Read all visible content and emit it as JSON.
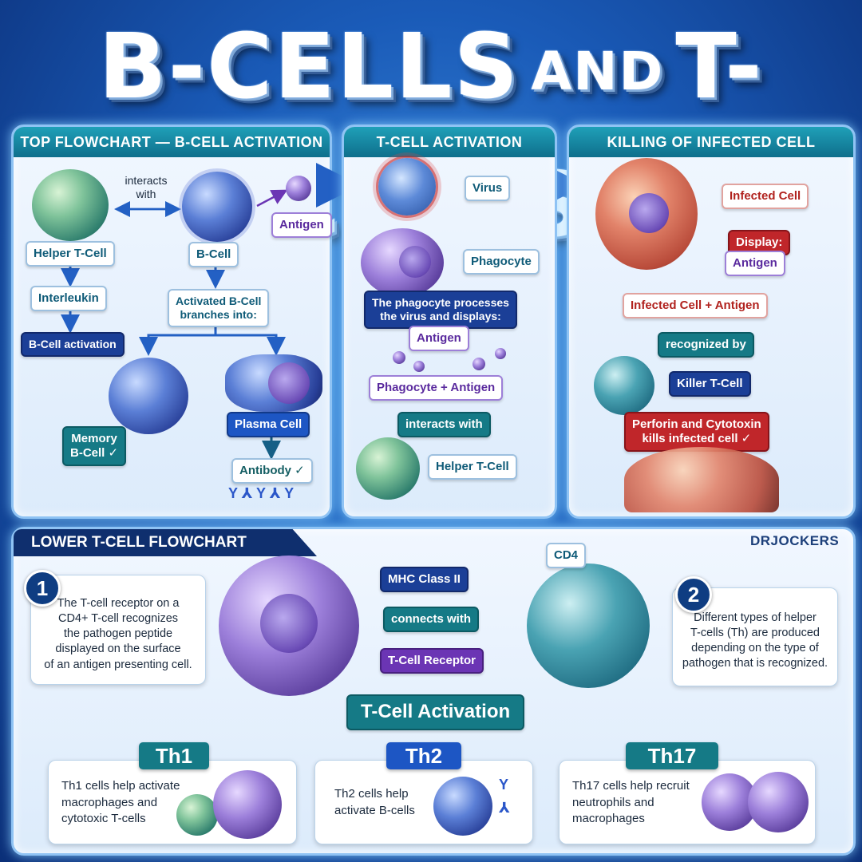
{
  "title": {
    "part1": "B-CELLS",
    "part2": "AND",
    "part3": "T-CELLS"
  },
  "panels": {
    "bcell": {
      "header": "TOP FLOWCHART — B-CELL ACTIVATION",
      "interacts_with": "interacts\nwith",
      "helper_t_cell": "Helper T-Cell",
      "b_cell": "B-Cell",
      "antigen": "Antigen",
      "interleukin": "Interleukin",
      "b_cell_activation": "B-Cell activation",
      "activated": "Activated B-Cell\nbranches into:",
      "memory": "Memory\nB-Cell ✓",
      "plasma": "Plasma Cell",
      "antibody": "Antibody ✓"
    },
    "tcell": {
      "header": "T-CELL ACTIVATION",
      "virus": "Virus",
      "phagocyte": "Phagocyte",
      "processes": "The phagocyte processes\nthe virus and displays:",
      "antigen": "Antigen",
      "phagocyte_antigen": "Phagocyte + Antigen",
      "interacts": "interacts with",
      "helper": "Helper T-Cell"
    },
    "killing": {
      "header": "KILLING OF INFECTED CELL",
      "infected": "Infected Cell",
      "display": "Display:",
      "antigen": "Antigen",
      "infected_antigen": "Infected Cell + Antigen",
      "recognized": "recognized by",
      "killer": "Killer T-Cell",
      "perforin": "Perforin and Cytotoxin\nkills infected cell ✓"
    }
  },
  "lower": {
    "title": "LOWER T-CELL FLOWCHART",
    "logo": "DRJOCKERS",
    "cd4": "CD4",
    "mhc": "MHC Class II",
    "connects": "connects with",
    "receptor": "T-Cell Receptor",
    "activation": "T-Cell Activation",
    "note1_num": "1",
    "note1": "The T-cell receptor on a\nCD4+ T-cell recognizes\nthe pathogen peptide\ndisplayed on the surface\nof an antigen presenting cell.",
    "note2_num": "2",
    "note2": "Different types of helper\nT-cells (Th) are produced\ndepending on the type of\npathogen that is recognized.",
    "th1": {
      "label": "Th1",
      "text": "Th1 cells help activate\nmacrophages and\ncytotoxic T-cells"
    },
    "th2": {
      "label": "Th2",
      "text": "Th2 cells help\nactivate B-cells"
    },
    "th17": {
      "label": "Th17",
      "text": "Th17 cells help recruit\nneutrophils and\nmacrophages"
    }
  },
  "colors": {
    "teal": "#157a86",
    "navy": "#1b3f97",
    "purple": "#6b35b4",
    "red": "#c0262a",
    "background": "#1a5bb8"
  }
}
